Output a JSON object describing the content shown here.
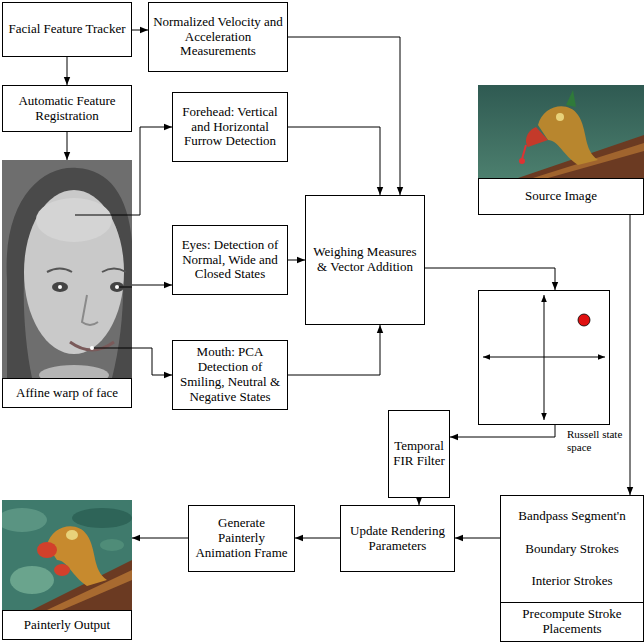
{
  "diagram": {
    "nodes": [
      {
        "text": [
          "Facial Feature Tracker"
        ]
      },
      {
        "text": [
          "Normalized Velocity and Acceleration Measurements"
        ]
      },
      {
        "text": [
          "Automatic Feature Registration"
        ]
      },
      {
        "text": [
          "Forehead: Vertical and Horizontal Furrow Detection"
        ]
      },
      {
        "text": [
          "Affine warp of face"
        ]
      },
      {
        "text": [
          "Eyes: Detection of Normal, Wide and Closed States"
        ]
      },
      {
        "text": [
          "Mouth: PCA Detection of Smiling, Neutral & Negative States"
        ]
      },
      {
        "text": [
          "Weighing Measures & Vector Addition"
        ]
      },
      {
        "text": [
          "Source Image"
        ]
      },
      {
        "text": [
          "Russell state space"
        ]
      },
      {
        "text": [
          "Temporal FIR Filter"
        ]
      },
      {
        "text": [
          "Update Rendering Parameters"
        ]
      },
      {
        "text": [
          "Generate Painterly Animation Frame"
        ]
      },
      {
        "text": [
          "Painterly Output"
        ]
      },
      {
        "text": [
          "Bandpass Segment'n",
          "Boundary Strokes",
          "Interior Strokes",
          "Precompute Stroke Placements"
        ]
      }
    ],
    "edges": [
      {
        "from": 0,
        "to": 1,
        "arrow": "to"
      },
      {
        "from": 0,
        "to": 2,
        "arrow": "to"
      },
      {
        "from": 2,
        "to": 4,
        "arrow": "to"
      },
      {
        "from": 4,
        "to": 3,
        "arrow": "to"
      },
      {
        "from": 4,
        "to": 5,
        "arrow": "to"
      },
      {
        "from": 4,
        "to": 6,
        "arrow": "to"
      },
      {
        "from": 1,
        "to": 7,
        "arrow": "to"
      },
      {
        "from": 3,
        "to": 7,
        "arrow": "to"
      },
      {
        "from": 5,
        "to": 7,
        "arrow": "to"
      },
      {
        "from": 6,
        "to": 7,
        "arrow": "to"
      },
      {
        "from": 7,
        "to": 9,
        "arrow": "to"
      },
      {
        "from": 9,
        "to": 10,
        "arrow": "to"
      },
      {
        "from": 10,
        "to": 11,
        "arrow": "to"
      },
      {
        "from": 14,
        "to": 11,
        "arrow": "to"
      },
      {
        "from": 8,
        "to": 14,
        "arrow": "to"
      },
      {
        "from": 11,
        "to": 12,
        "arrow": "to"
      },
      {
        "from": 12,
        "to": 13,
        "arrow": "to"
      }
    ]
  }
}
